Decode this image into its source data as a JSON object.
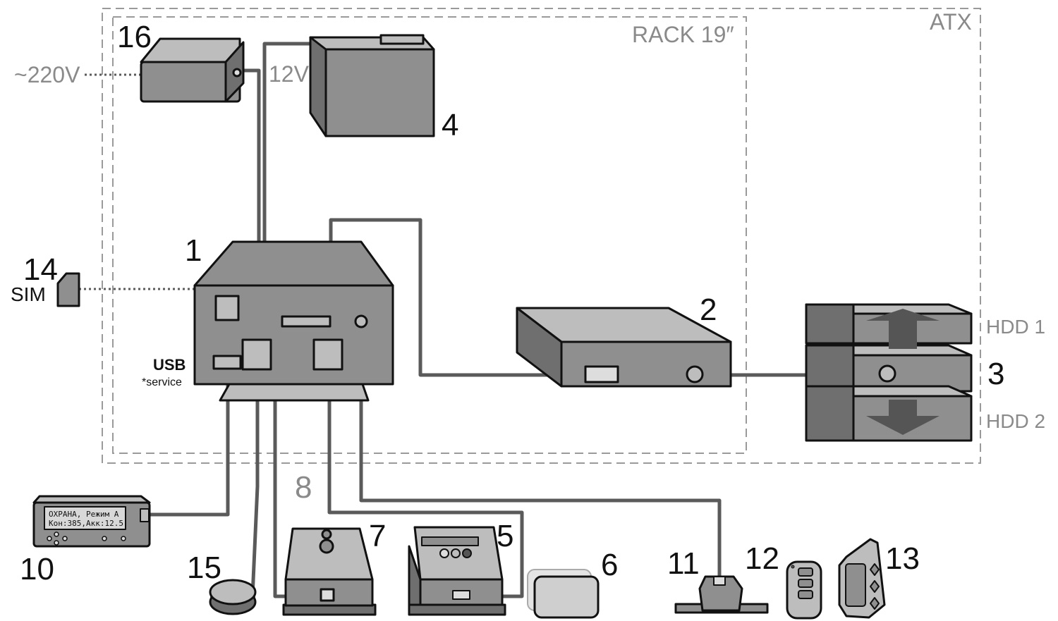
{
  "zones": {
    "atx": "ATX",
    "rack": "RACK 19″"
  },
  "callouts": {
    "n1": "1",
    "n2": "2",
    "n3": "3",
    "n4": "4",
    "n5": "5",
    "n6": "6",
    "n7": "7",
    "n8": "8",
    "n10": "10",
    "n11": "11",
    "n12": "12",
    "n13": "13",
    "n14": "14",
    "n15": "15",
    "n16": "16"
  },
  "labels": {
    "mains": "~220V",
    "voltage": "12V",
    "sim": "SIM",
    "usb": "USB",
    "usb_note": "*service",
    "hdd1": "HDD 1",
    "hdd2": "HDD 2"
  },
  "display": {
    "line1": "ОХРАНА, Режим A",
    "line2": "Кон:385,Акк:12.5"
  },
  "colors": {
    "cable": "#5a5a5a",
    "device_front": "#8f8f8f",
    "device_top": "#bdbdbd",
    "device_side": "#6f6f6f",
    "zone_border": "#9a9a9a",
    "muted_text": "#8a8a8a"
  }
}
